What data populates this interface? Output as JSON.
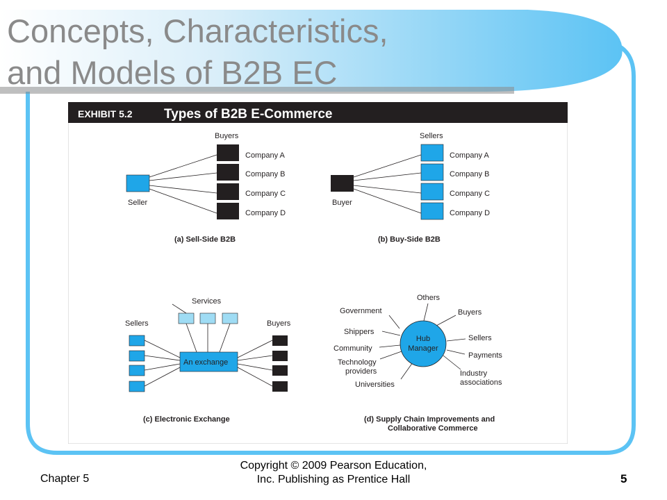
{
  "slide": {
    "title_line1": "Concepts, Characteristics,",
    "title_line2": "and Models of B2B EC",
    "footer_left": "Chapter 5",
    "footer_center_line1": "Copyright © 2009 Pearson Education,",
    "footer_center_line2": "Inc. Publishing as Prentice Hall",
    "page_number": "5"
  },
  "exhibit": {
    "label": "EXHIBIT 5.2",
    "title": "Types of B2B E-Commerce",
    "panel_a": {
      "group_label": "Buyers",
      "source_label": "Seller",
      "companies": [
        "Company A",
        "Company B",
        "Company C",
        "Company D"
      ],
      "caption": "(a) Sell-Side B2B"
    },
    "panel_b": {
      "group_label": "Sellers",
      "source_label": "Buyer",
      "companies": [
        "Company A",
        "Company B",
        "Company C",
        "Company D"
      ],
      "caption": "(b) Buy-Side B2B"
    },
    "panel_c": {
      "services_label": "Services",
      "sellers_label": "Sellers",
      "buyers_label": "Buyers",
      "exchange_label": "An exchange",
      "caption": "(c) Electronic Exchange"
    },
    "panel_d": {
      "hub_line1": "Hub",
      "hub_line2": "Manager",
      "spokes": {
        "others": "Others",
        "buyers": "Buyers",
        "government": "Government",
        "shippers": "Shippers",
        "sellers": "Sellers",
        "community": "Community",
        "payments": "Payments",
        "tech_line1": "Technology",
        "tech_line2": "providers",
        "industry_line1": "Industry",
        "industry_line2": "associations",
        "universities": "Universities"
      },
      "caption_line1": "(d) Supply Chain Improvements and",
      "caption_line2": "Collaborative Commerce"
    }
  },
  "colors": {
    "accent_blue": "#1fa6e8",
    "light_blue": "#9fdcf4",
    "frame_blue": "#5cc3f4",
    "dark_box": "#231f20"
  }
}
